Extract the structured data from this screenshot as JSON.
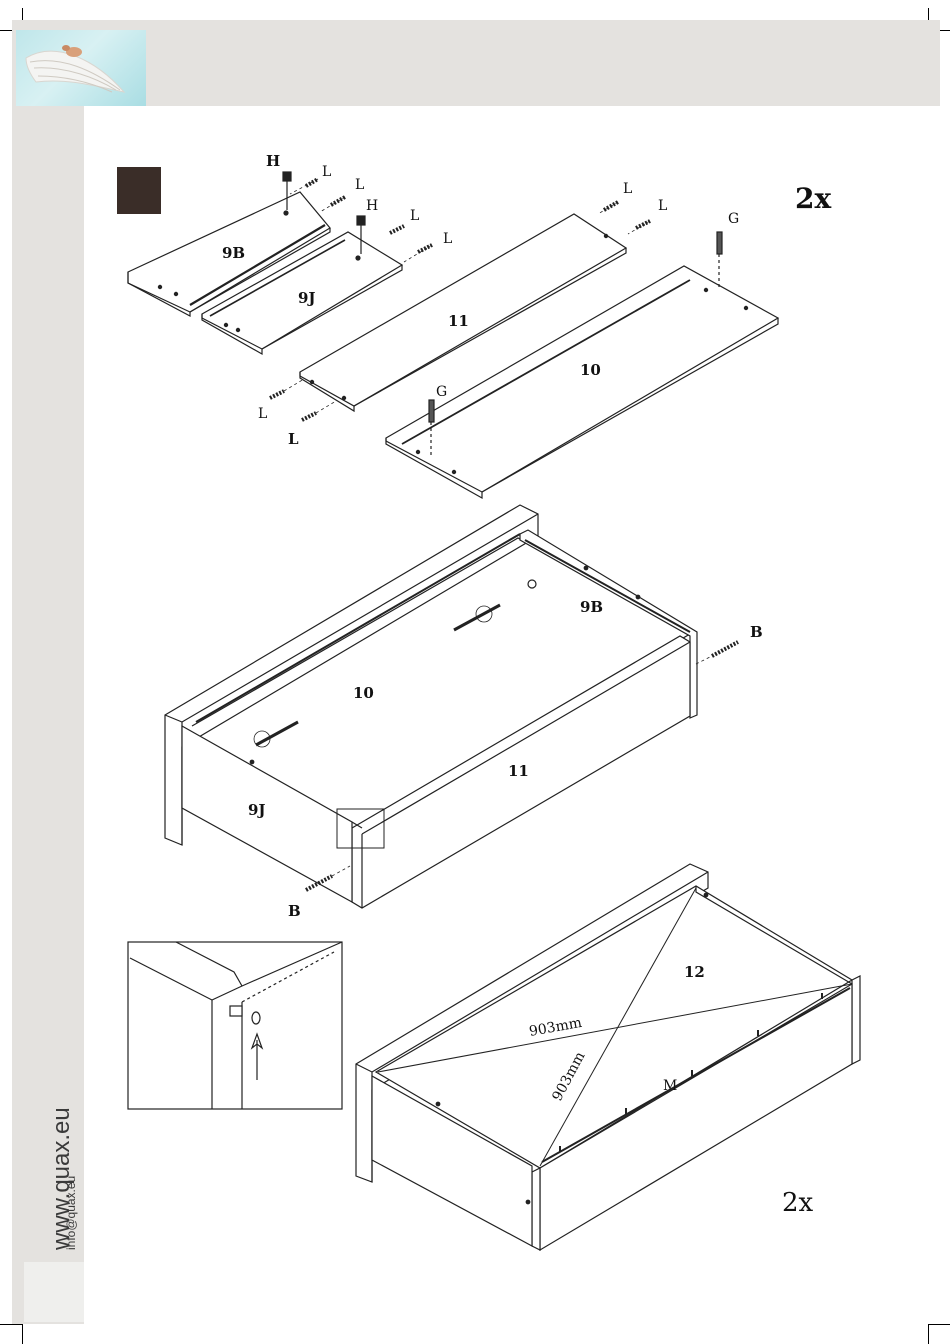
{
  "branding": {
    "website": "www.quax.eu",
    "email": "info@quax.eu"
  },
  "colors": {
    "band": "#e4e2df",
    "step_marker": "#3a2d28",
    "logo_sky": "#bfe6ea",
    "line": "#222222"
  },
  "step": {
    "quantity_top": "2x",
    "quantity_bottom": "2x"
  },
  "parts": {
    "p9b": "9B",
    "p9j": "9J",
    "p10": "10",
    "p11": "11",
    "p12": "12"
  },
  "hardware": {
    "h": "H",
    "l": "L",
    "g": "G",
    "b": "B",
    "m": "M"
  },
  "measurements": {
    "diag1": "903mm",
    "diag2": "903mm"
  }
}
